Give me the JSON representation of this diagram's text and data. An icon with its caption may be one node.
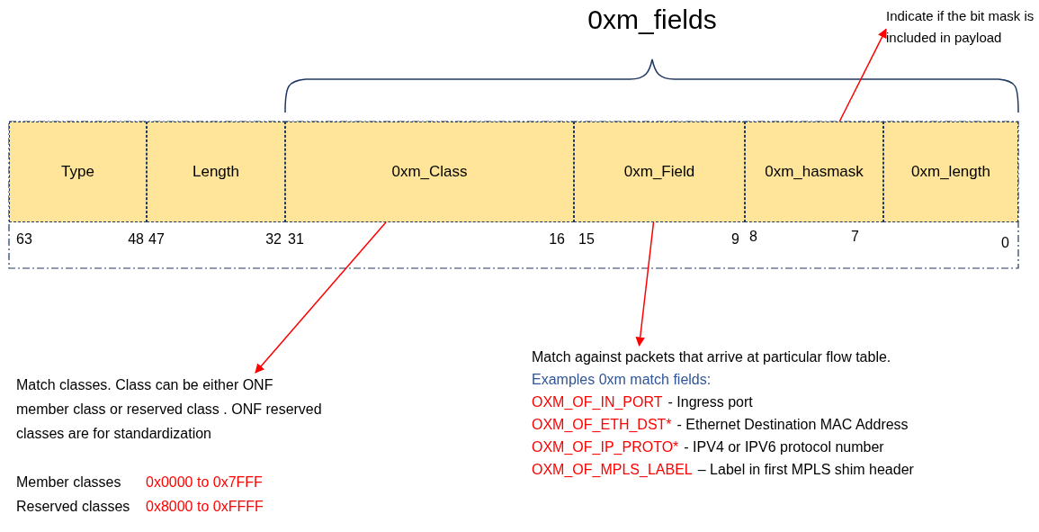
{
  "diagram": {
    "nodes": [
      {
        "text": [
          "Type"
        ]
      },
      {
        "text": [
          "Length"
        ]
      },
      {
        "text": [
          "0xm_Class"
        ]
      },
      {
        "text": [
          "0xm_Field"
        ]
      },
      {
        "text": [
          "0xm_hasmask"
        ]
      },
      {
        "text": [
          "0xm_length"
        ]
      },
      {
        "text": [
          "Indicate if the bit mask is included in payload"
        ]
      },
      {
        "text": [
          "Match classes. Class can be either ONF  member class or reserved class . ONF reserved classes are for standardization",
          "Member classes",
          "0x0000 to 0x7FFF",
          "Reserved classes",
          "0x8000 to 0xFFFF"
        ]
      },
      {
        "text": [
          "Match against packets that arrive at particular flow table.",
          "Examples 0xm match fields:",
          "OXM_OF_IN_PORT",
          "- Ingress port",
          "OXM_OF_ETH_DST*",
          "- Ethernet Destination MAC Address",
          "OXM_OF_IP_PROTO*",
          "- IPV4 or IPV6 protocol number",
          "OXM_OF_MPLS_LABEL",
          "– Label in first MPLS shim header"
        ]
      }
    ],
    "edges": [
      {
        "from": 2,
        "to": 7,
        "arrow": "to",
        "color": "#ff0000"
      },
      {
        "from": 3,
        "to": 8,
        "arrow": "to",
        "color": "#ff0000"
      },
      {
        "from": 4,
        "to": 6,
        "arrow": "to",
        "color": "#ff0000"
      }
    ],
    "labels": [
      "0xm_fields",
      "63",
      "48",
      "47",
      "32",
      "31",
      "16",
      "15",
      "9",
      "8",
      "7",
      "0"
    ]
  }
}
